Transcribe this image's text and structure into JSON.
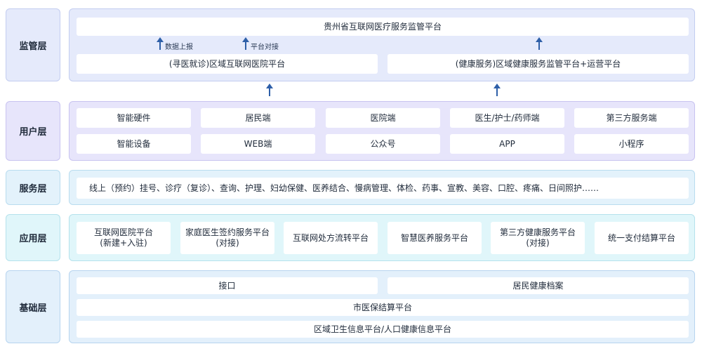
{
  "layers": {
    "supervision": "监管层",
    "user": "用户层",
    "service": "服务层",
    "application": "应用层",
    "foundation": "基础层"
  },
  "supervision": {
    "top_platform": "贵州省互联网医疗服务监管平台",
    "arrow_labels": [
      "数据上报",
      "平台对接"
    ],
    "left_platform": "(寻医就诊)区域互联网医院平台",
    "right_platform": "(健康服务)区域健康服务监管平台+运营平台"
  },
  "user": {
    "row1": [
      "智能硬件",
      "居民端",
      "医院端",
      "医生/护士/药师端",
      "第三方服务端"
    ],
    "row2": [
      "智能设备",
      "WEB端",
      "公众号",
      "APP",
      "小程序"
    ]
  },
  "service": {
    "text": "线上（预约）挂号、诊疗（复诊）、查询、护理、妇幼保健、医养结合、慢病管理、体检、药事、宣教、美容、口腔、疼痛、日间照护……"
  },
  "application": {
    "items": [
      {
        "line1": "互联网医院平台",
        "line2": "(新建+入驻)"
      },
      {
        "line1": "家庭医生签约服务平台",
        "line2": "(对接)"
      },
      {
        "line1": "互联网处方流转平台",
        "line2": ""
      },
      {
        "line1": "智慧医养服务平台",
        "line2": ""
      },
      {
        "line1": "第三方健康服务平台",
        "line2": "(对接)"
      },
      {
        "line1": "统一支付结算平台",
        "line2": ""
      }
    ]
  },
  "foundation": {
    "interface": "接口",
    "records": "居民健康档案",
    "insurance": "市医保结算平台",
    "regional": "区域卫生信息平台/人口健康信息平台"
  },
  "colors": {
    "arrow": "#2e5fa8",
    "supervision_bg": "#e5eafb",
    "user_bg": "#e7e5fb",
    "service_bg": "#e3f2fb",
    "application_bg": "#e0f6fa",
    "foundation_bg": "#e3f0fb"
  }
}
